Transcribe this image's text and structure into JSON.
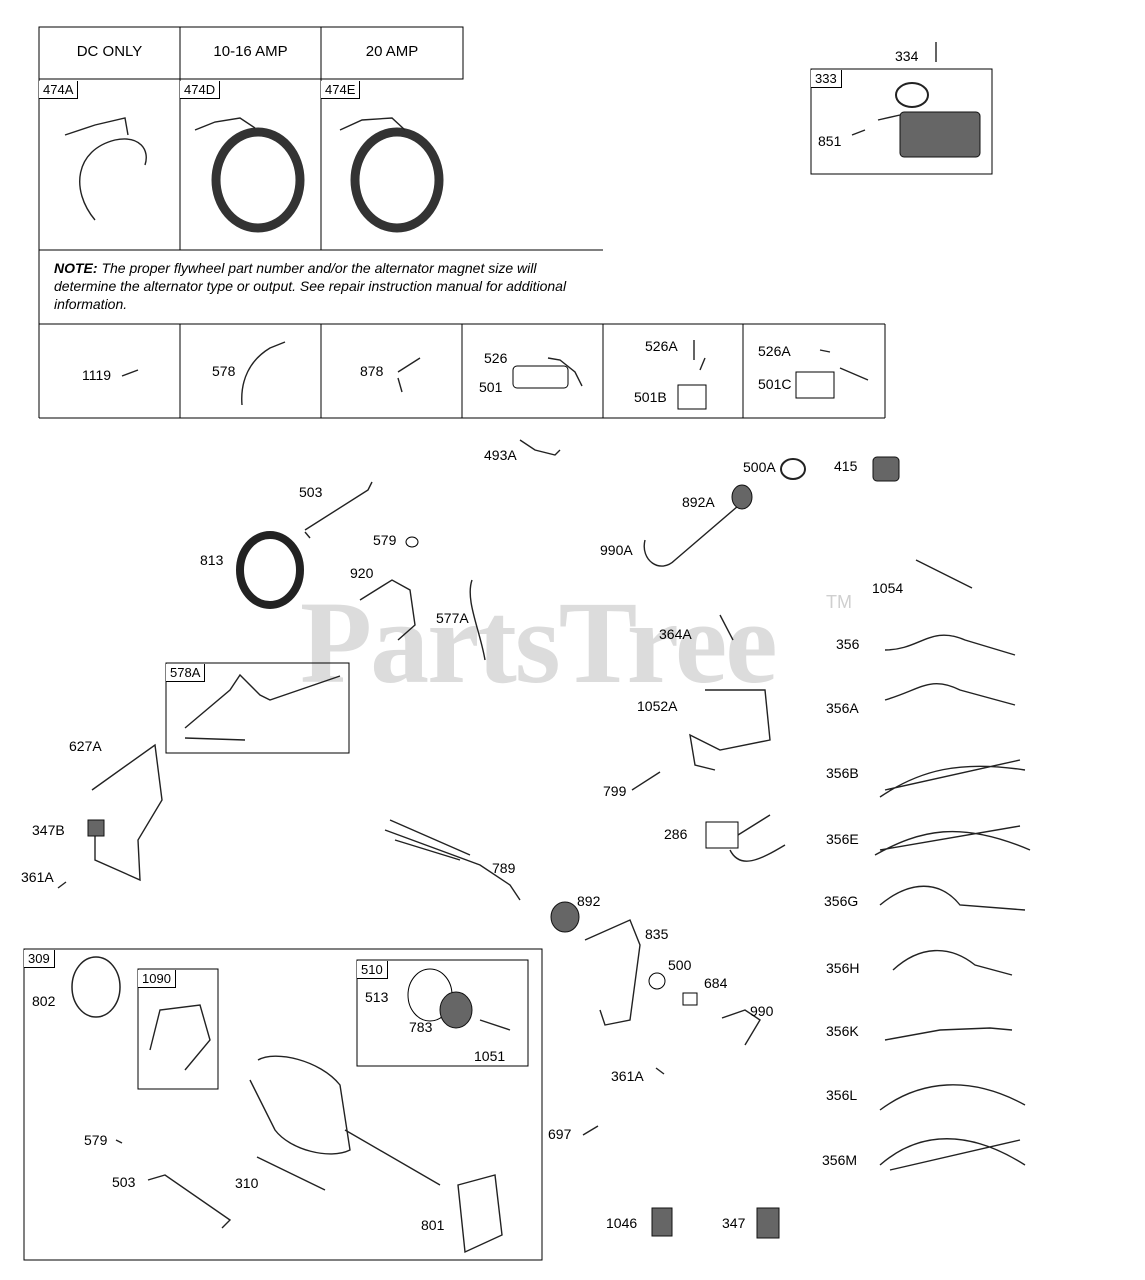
{
  "alternator_table": {
    "headers": [
      "DC ONLY",
      "10-16 AMP",
      "20 AMP"
    ],
    "tags": [
      "474A",
      "474D",
      "474E"
    ],
    "note_label": "NOTE:",
    "note_text": "The proper flywheel part number and/or the alternator magnet size will determine the alternator type or output. See repair instruction manual for additional information."
  },
  "parts_row": {
    "labels": [
      "1119",
      "578",
      "878",
      "526",
      "501",
      "526A",
      "501B",
      "526A",
      "501C"
    ]
  },
  "box_333": {
    "tag": "333",
    "labels": [
      "334",
      "851"
    ]
  },
  "box_578A": {
    "tag": "578A"
  },
  "box_309": {
    "tag": "309"
  },
  "box_1090": {
    "tag": "1090"
  },
  "box_510": {
    "tag": "510"
  },
  "callouts": {
    "c493A": "493A",
    "c500A": "500A",
    "c415": "415",
    "c503": "503",
    "c892A": "892A",
    "c990A": "990A",
    "c813": "813",
    "c579": "579",
    "c920": "920",
    "c577A": "577A",
    "c1054": "1054",
    "c364A": "364A",
    "c356": "356",
    "c1052A": "1052A",
    "c356A": "356A",
    "c627A": "627A",
    "c799": "799",
    "c356B": "356B",
    "c347B": "347B",
    "c286": "286",
    "c356E": "356E",
    "c361A": "361A",
    "c789": "789",
    "c892": "892",
    "c356G": "356G",
    "c835": "835",
    "c802": "802",
    "c513": "513",
    "c500": "500",
    "c684": "684",
    "c356H": "356H",
    "c783": "783",
    "c990": "990",
    "c356K": "356K",
    "c1051": "1051",
    "c361A_2": "361A",
    "c579_2": "579",
    "c697": "697",
    "c356L": "356L",
    "c310": "310",
    "c503_2": "503",
    "c356M": "356M",
    "c801": "801",
    "c1046": "1046",
    "c347": "347"
  },
  "watermark": {
    "text": "PartsTree",
    "tm": "TM"
  }
}
